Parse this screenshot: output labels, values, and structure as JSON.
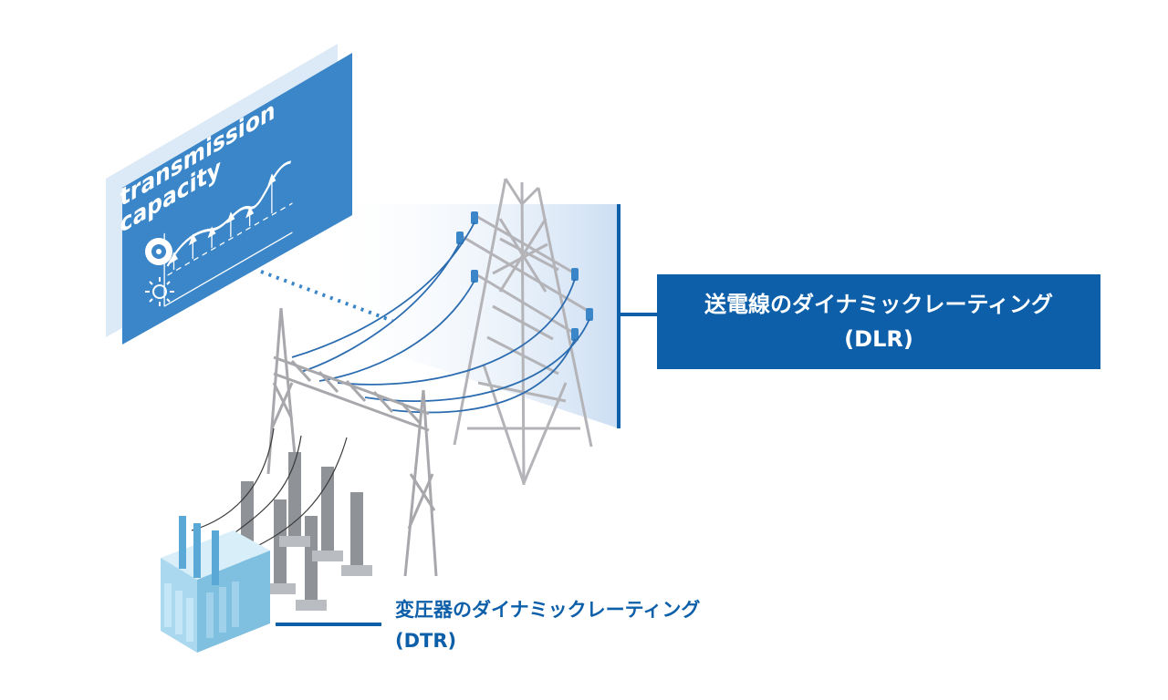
{
  "panel": {
    "title_line1": "transmission",
    "title_line2": "capacity",
    "icons": [
      "weather-sensor-icon",
      "sun-icon"
    ]
  },
  "dlr": {
    "label_line1": "送電線のダイナミックレーティング",
    "label_line2": "(DLR)"
  },
  "dtr": {
    "label_line1": "変圧器のダイナミックレーティング",
    "label_line2": "(DTR)"
  },
  "colors": {
    "accent_blue": "#0c5fa8",
    "panel_blue": "#3a86c8",
    "panel_shadow": "#dce9f6",
    "tower_gray": "#b4b4b8",
    "transformer_cyan": "#a9d8ef"
  }
}
